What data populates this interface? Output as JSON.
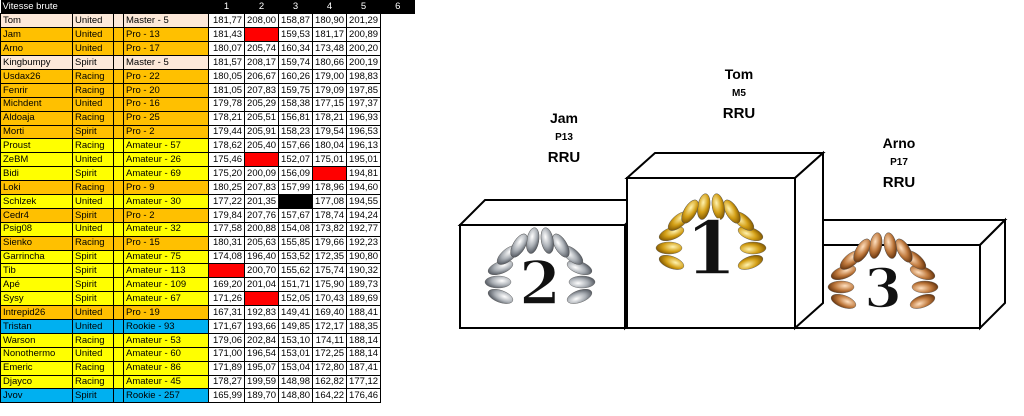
{
  "sheet": {
    "title": "Vitesse brute",
    "columns": [
      "1",
      "2",
      "3",
      "4",
      "5",
      "6"
    ],
    "colors": {
      "gold": "#ffc000",
      "yellow": "#ffff00",
      "light": "#fde9d9",
      "blue": "#00b0f0",
      "red": "#ff0000",
      "black": "#000000"
    },
    "rows": [
      {
        "name": "Tom",
        "team": "United",
        "cat": "Master - 5",
        "v": [
          "181,77",
          "208,00",
          "158,87",
          "180,90",
          "201,29"
        ],
        "color": "light",
        "marks": []
      },
      {
        "name": "Jam",
        "team": "United",
        "cat": "Pro - 13",
        "v": [
          "181,43",
          "",
          "159,53",
          "181,17",
          "200,89"
        ],
        "color": "gold",
        "marks": [
          {
            "col": 1,
            "c": "red"
          }
        ]
      },
      {
        "name": "Arno",
        "team": "United",
        "cat": "Pro - 17",
        "v": [
          "180,07",
          "205,74",
          "160,34",
          "173,48",
          "200,20"
        ],
        "color": "gold",
        "marks": []
      },
      {
        "name": "Kingbumpy",
        "team": "Spirit",
        "cat": "Master - 5",
        "v": [
          "181,57",
          "208,17",
          "159,74",
          "180,66",
          "200,19"
        ],
        "color": "light",
        "marks": []
      },
      {
        "name": "Usdax26",
        "team": "Racing",
        "cat": "Pro - 22",
        "v": [
          "180,05",
          "206,67",
          "160,26",
          "179,00",
          "198,83"
        ],
        "color": "gold",
        "marks": []
      },
      {
        "name": "Fenrir",
        "team": "Racing",
        "cat": "Pro - 20",
        "v": [
          "181,05",
          "207,83",
          "159,75",
          "179,09",
          "197,85"
        ],
        "color": "gold",
        "marks": []
      },
      {
        "name": "Michdent",
        "team": "United",
        "cat": "Pro - 16",
        "v": [
          "179,78",
          "205,29",
          "158,38",
          "177,15",
          "197,37"
        ],
        "color": "gold",
        "marks": []
      },
      {
        "name": "Aldoaja",
        "team": "Racing",
        "cat": "Pro - 25",
        "v": [
          "178,21",
          "205,51",
          "156,81",
          "178,21",
          "196,93"
        ],
        "color": "gold",
        "marks": []
      },
      {
        "name": "Morti",
        "team": "Spirit",
        "cat": "Pro - 2",
        "v": [
          "179,44",
          "205,91",
          "158,23",
          "179,54",
          "196,53"
        ],
        "color": "gold",
        "marks": []
      },
      {
        "name": "Proust",
        "team": "Racing",
        "cat": "Amateur - 57",
        "v": [
          "178,62",
          "205,40",
          "157,66",
          "180,04",
          "196,13"
        ],
        "color": "yellow",
        "marks": []
      },
      {
        "name": "ZeBM",
        "team": "United",
        "cat": "Amateur - 26",
        "v": [
          "175,46",
          "",
          "152,07",
          "175,01",
          "195,01"
        ],
        "color": "yellow",
        "marks": [
          {
            "col": 1,
            "c": "red"
          }
        ]
      },
      {
        "name": "Bidi",
        "team": "Spirit",
        "cat": "Amateur - 69",
        "v": [
          "175,20",
          "200,09",
          "156,09",
          "",
          "194,81"
        ],
        "color": "yellow",
        "marks": [
          {
            "col": 3,
            "c": "red"
          }
        ]
      },
      {
        "name": "Loki",
        "team": "Racing",
        "cat": "Pro - 9",
        "v": [
          "180,25",
          "207,83",
          "157,99",
          "178,96",
          "194,60"
        ],
        "color": "gold",
        "marks": []
      },
      {
        "name": "Schlzek",
        "team": "United",
        "cat": "Amateur - 30",
        "v": [
          "177,22",
          "201,35",
          "",
          "177,08",
          "194,55"
        ],
        "color": "yellow",
        "marks": [
          {
            "col": 2,
            "c": "black"
          }
        ]
      },
      {
        "name": "Cedr4",
        "team": "Spirit",
        "cat": "Pro - 2",
        "v": [
          "179,84",
          "207,76",
          "157,67",
          "178,74",
          "194,24"
        ],
        "color": "gold",
        "marks": []
      },
      {
        "name": "Psig08",
        "team": "United",
        "cat": "Amateur - 32",
        "v": [
          "177,58",
          "200,88",
          "154,08",
          "173,82",
          "192,77"
        ],
        "color": "yellow",
        "marks": []
      },
      {
        "name": "Sienko",
        "team": "Racing",
        "cat": "Pro - 15",
        "v": [
          "180,31",
          "205,63",
          "155,85",
          "179,66",
          "192,23"
        ],
        "color": "gold",
        "marks": []
      },
      {
        "name": "Garrincha",
        "team": "Spirit",
        "cat": "Amateur - 75",
        "v": [
          "174,08",
          "196,40",
          "153,52",
          "172,35",
          "190,80"
        ],
        "color": "yellow",
        "marks": []
      },
      {
        "name": "Tib",
        "team": "Spirit",
        "cat": "Amateur - 113",
        "v": [
          "",
          "200,70",
          "155,62",
          "175,74",
          "190,32"
        ],
        "color": "yellow",
        "marks": [
          {
            "col": 0,
            "c": "red"
          }
        ]
      },
      {
        "name": "Apé",
        "team": "Spirit",
        "cat": "Amateur - 109",
        "v": [
          "169,20",
          "201,04",
          "151,71",
          "175,90",
          "189,73"
        ],
        "color": "yellow",
        "marks": []
      },
      {
        "name": "Sysy",
        "team": "Spirit",
        "cat": "Amateur - 67",
        "v": [
          "171,26",
          "",
          "152,05",
          "170,43",
          "189,69"
        ],
        "color": "yellow",
        "marks": [
          {
            "col": 1,
            "c": "red"
          }
        ]
      },
      {
        "name": "Intrepid26",
        "team": "United",
        "cat": "Pro - 19",
        "v": [
          "167,31",
          "192,83",
          "149,41",
          "169,40",
          "188,41"
        ],
        "color": "gold",
        "marks": []
      },
      {
        "name": "Tristan",
        "team": "United",
        "cat": "Rookie - 93",
        "v": [
          "171,67",
          "193,66",
          "149,85",
          "172,17",
          "188,35"
        ],
        "color": "blue",
        "marks": []
      },
      {
        "name": "Warson",
        "team": "Racing",
        "cat": "Amateur - 53",
        "v": [
          "179,06",
          "202,84",
          "153,10",
          "174,11",
          "188,14"
        ],
        "color": "yellow",
        "marks": []
      },
      {
        "name": "Nonothermo",
        "team": "United",
        "cat": "Amateur - 60",
        "v": [
          "171,00",
          "196,54",
          "153,01",
          "172,25",
          "188,14"
        ],
        "color": "yellow",
        "marks": []
      },
      {
        "name": "Emeric",
        "team": "Racing",
        "cat": "Amateur - 86",
        "v": [
          "171,89",
          "195,07",
          "153,04",
          "172,80",
          "187,41"
        ],
        "color": "yellow",
        "marks": []
      },
      {
        "name": "Djayco",
        "team": "Racing",
        "cat": "Amateur - 45",
        "v": [
          "178,27",
          "199,59",
          "148,98",
          "162,82",
          "177,12"
        ],
        "color": "yellow",
        "marks": []
      },
      {
        "name": "Jvov",
        "team": "Spirit",
        "cat": "Rookie - 257",
        "v": [
          "165,99",
          "189,70",
          "148,80",
          "164,22",
          "176,46"
        ],
        "color": "blue",
        "marks": []
      }
    ]
  },
  "podium": {
    "first": {
      "name": "Tom",
      "rank": "M5",
      "team": "RRU",
      "place": "1"
    },
    "second": {
      "name": "Jam",
      "rank": "P13",
      "team": "RRU",
      "place": "2"
    },
    "third": {
      "name": "Arno",
      "rank": "P17",
      "team": "RRU",
      "place": "3"
    },
    "colors": {
      "gold": "#d4a017",
      "silver": "#a9aeb4",
      "bronze": "#c07a3e"
    }
  }
}
